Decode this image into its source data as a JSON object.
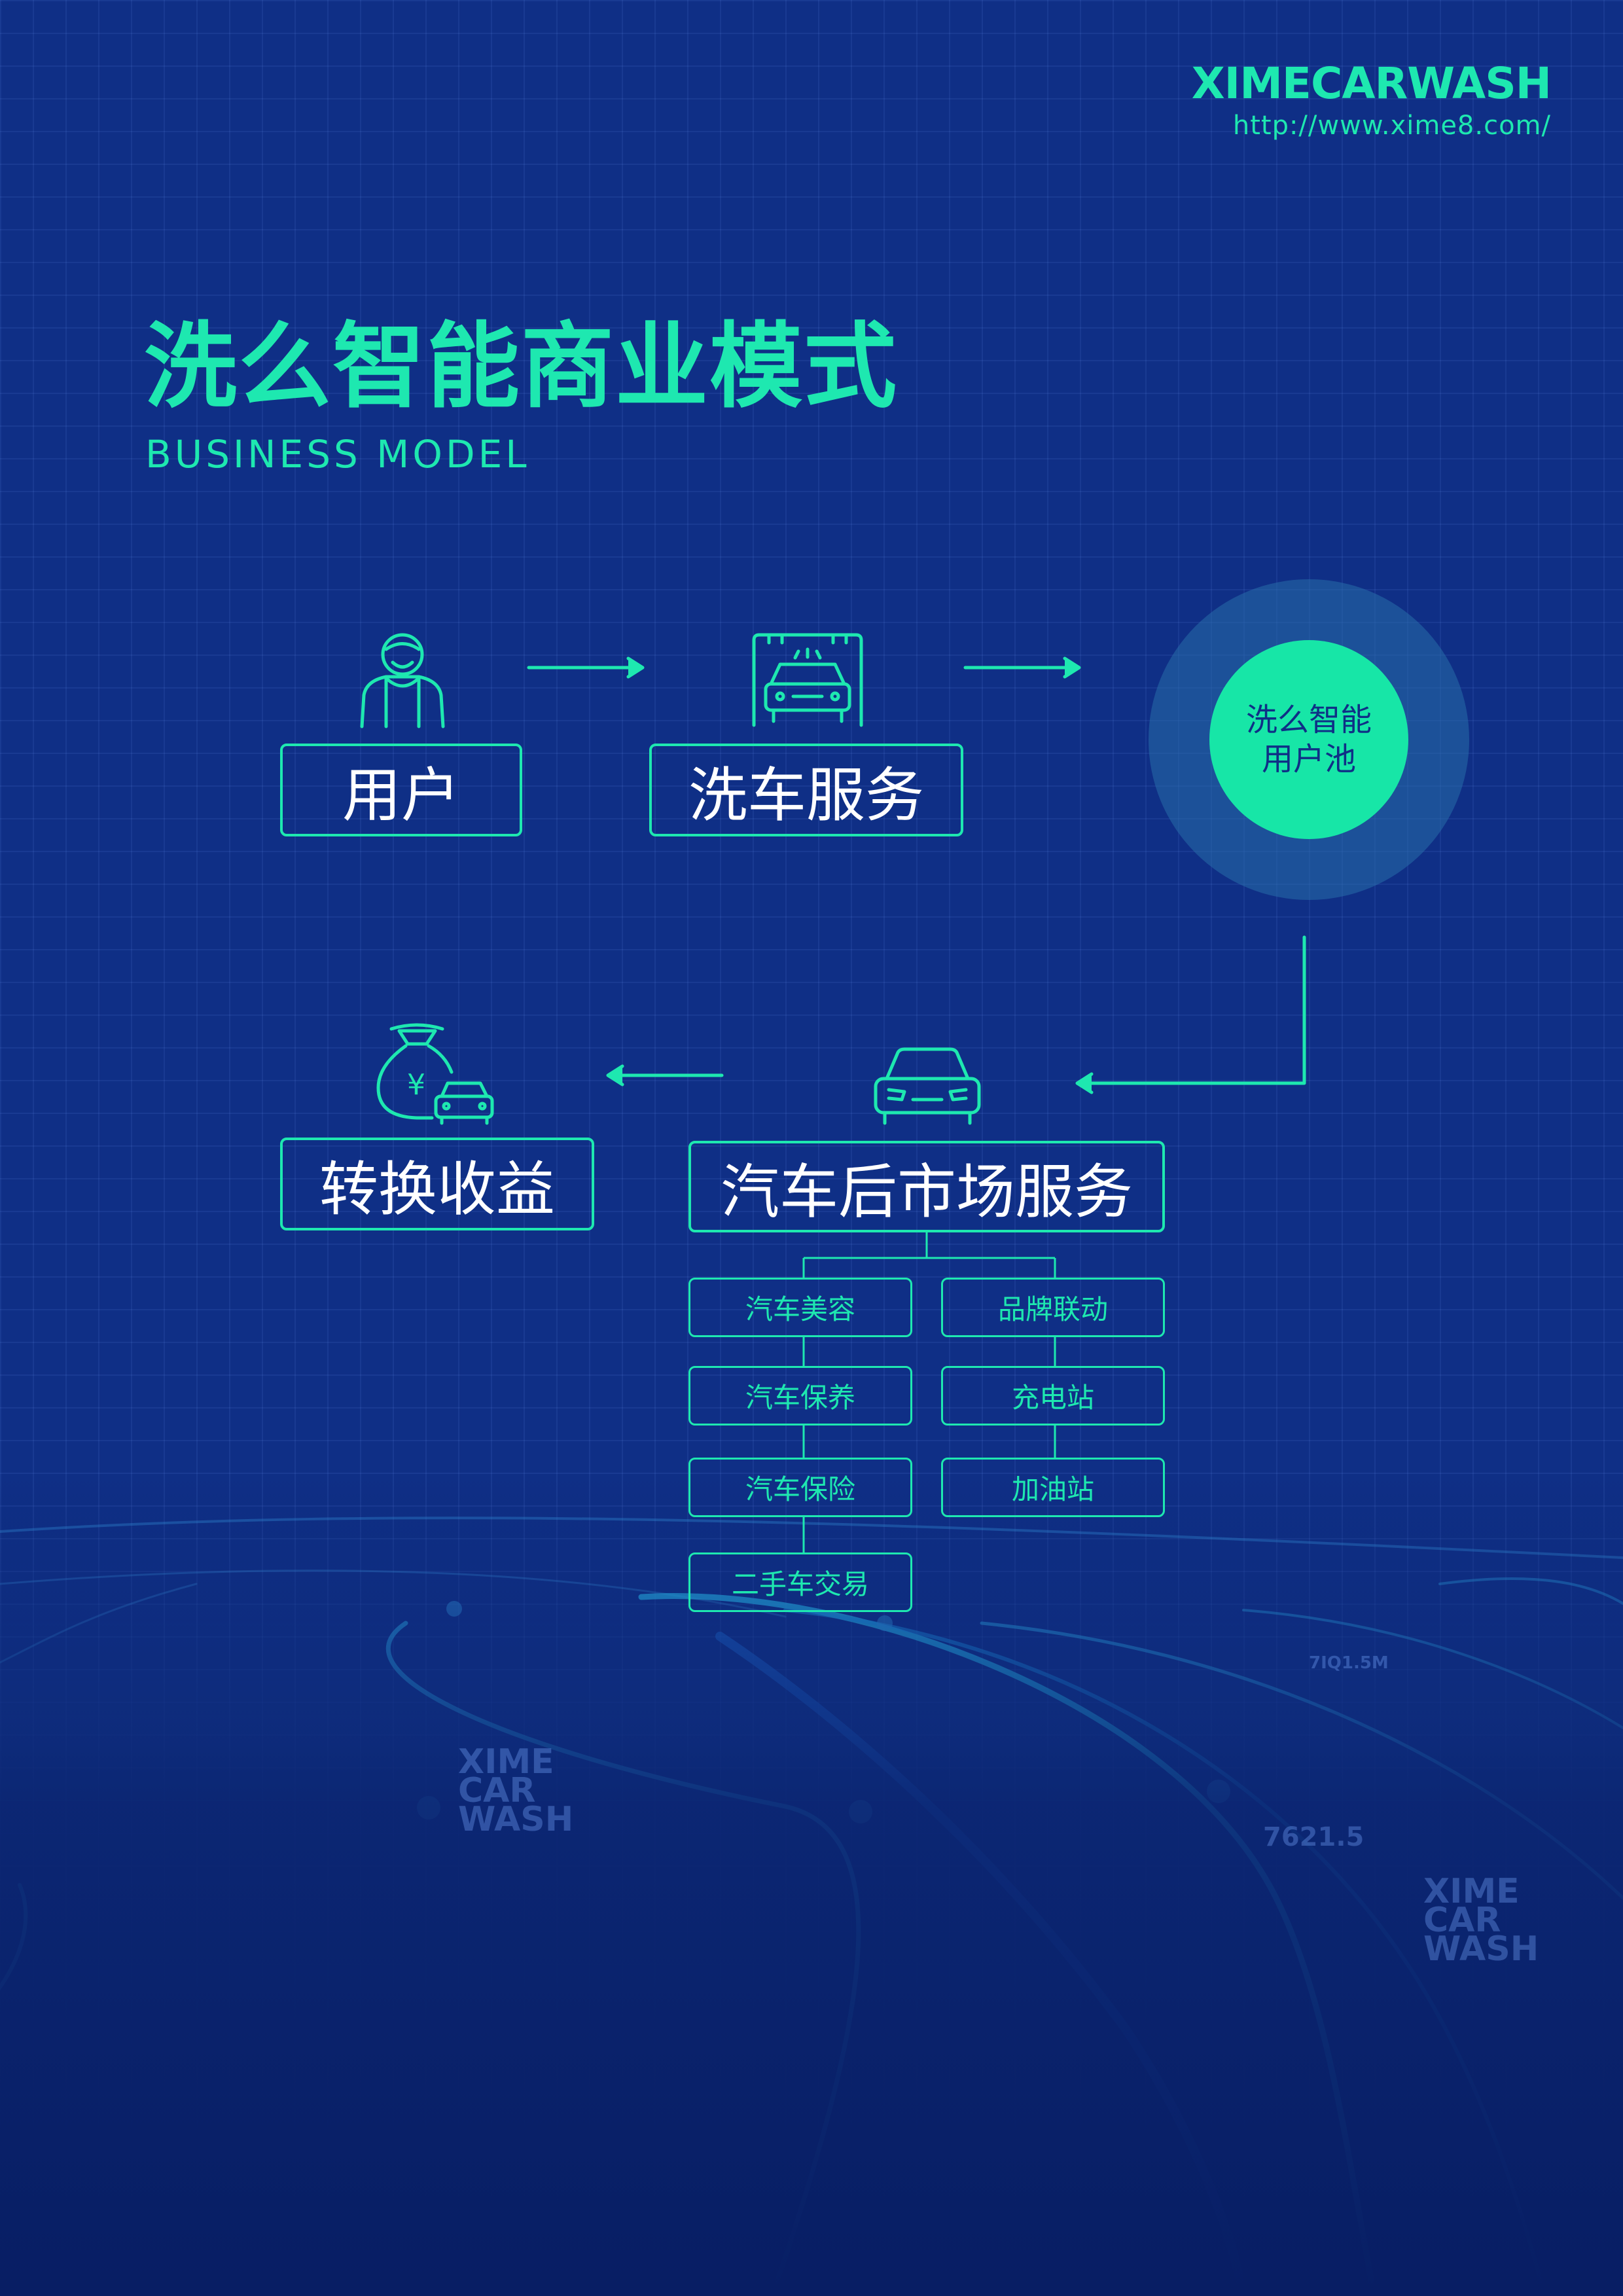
{
  "brand": {
    "name": "XIMECARWASH",
    "url": "http://www.xime8.com/"
  },
  "heading": {
    "title": "洗么智能商业模式",
    "subtitle": "BUSINESS MODEL"
  },
  "flow": {
    "user_label": "用户",
    "carwash_label": "洗车服务",
    "pool_line1": "洗么智能",
    "pool_line2": "用户池",
    "aftermarket_label": "汽车后市场服务",
    "revenue_label": "转换收益"
  },
  "services_left": [
    "汽车美容",
    "汽车保养",
    "汽车保险",
    "二手车交易"
  ],
  "services_right": [
    "品牌联动",
    "充电站",
    "加油站"
  ],
  "currency_symbol": "¥",
  "watermark": {
    "line1": "XIME",
    "line2": "CAR",
    "line3": "WASH",
    "code1": "7621.5",
    "code2": "7IQ1.5M"
  },
  "colors": {
    "accent": "#1ee8b0",
    "background": "#0f2f86",
    "pool": "#17e6a7"
  }
}
